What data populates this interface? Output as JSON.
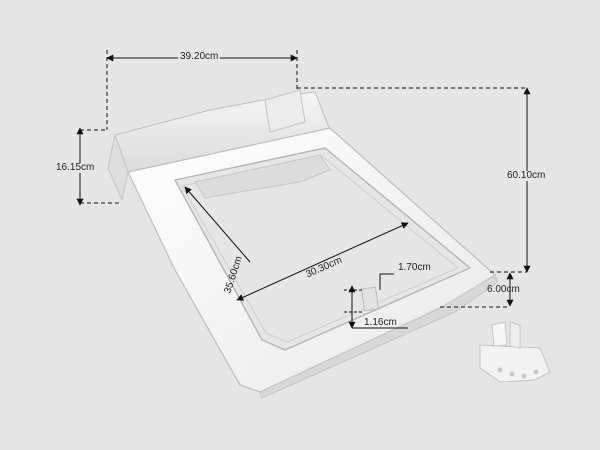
{
  "dimensions": {
    "top_width": "39.20cm",
    "left_height": "16.15cm",
    "right_depth": "60.10cm",
    "opening_diagonal": "35.60cm",
    "opening_width": "30.30cm",
    "slot_width": "1.70cm",
    "slot_height": "1.16cm",
    "front_height": "6.00cm"
  },
  "colors": {
    "background": "#e6e6e6",
    "plastic": "#f7f7f7",
    "shadow": "#c9c9c9",
    "line": "#111111"
  }
}
